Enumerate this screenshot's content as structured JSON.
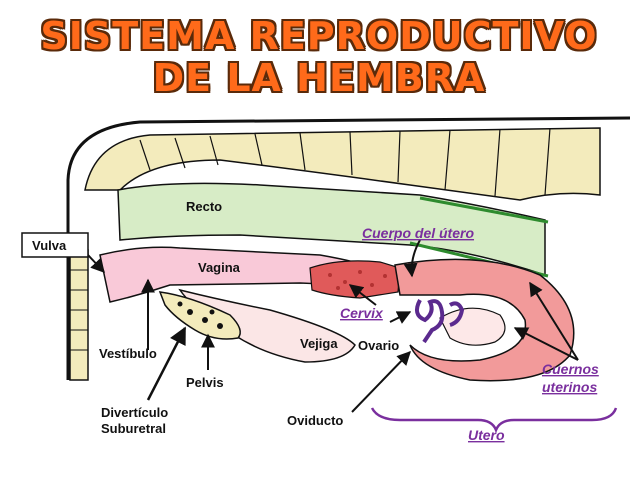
{
  "title": {
    "line1": "SISTEMA REPRODUCTIVO",
    "line2": "DE LA HEMBRA"
  },
  "labels": {
    "recto": "Recto",
    "vulva": "Vulva",
    "vagina": "Vagina",
    "cuerpo_utero": "Cuerpo del útero",
    "cervix": "Cervix",
    "vejiga": "Vejiga",
    "ovario": "Ovario",
    "vestibulo": "Vestíbulo",
    "pelvis": "Pelvis",
    "diverticulo_line1": "Divertículo",
    "diverticulo_line2": "Suburetral",
    "oviducto": "Oviducto",
    "cuernos_line1": "Cuernos",
    "cuernos_line2": "uterinos",
    "utero": "Utero"
  },
  "colors": {
    "title": "#ff6a1a",
    "accent_labels": "#7a2f9e",
    "recto": "#d7ecc6",
    "vagina": "#f9c9d8",
    "utero": "#f29a9a",
    "cervix": "#e05a5a",
    "vejiga": "#fbe6e6",
    "spine": "#f3ebbc",
    "ovario": "#5b2a8e"
  }
}
